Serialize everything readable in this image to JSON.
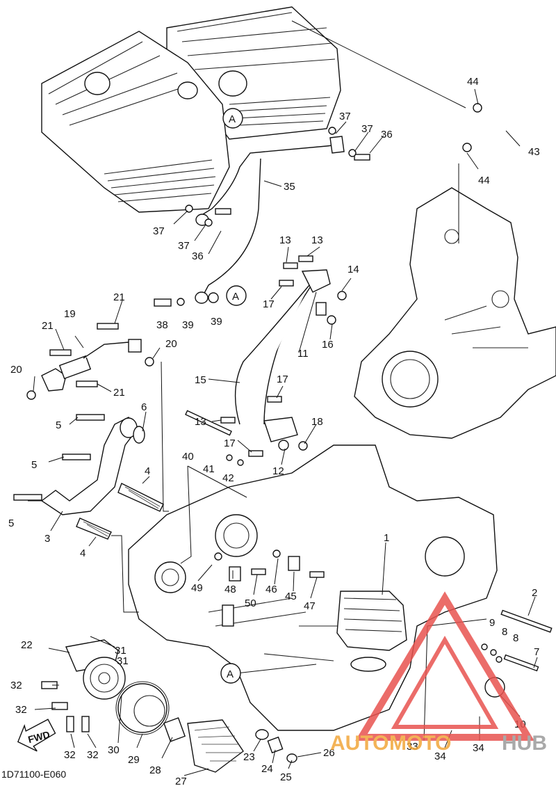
{
  "diagram": {
    "drawing_code": "1D71100-E060",
    "fwd_label": "FWD",
    "watermark": {
      "part1": "AUTO",
      "part2": "MOTO",
      "part3": "HUB"
    },
    "callouts": [
      {
        "id": "c1",
        "text": "1"
      },
      {
        "id": "c2",
        "text": "2"
      },
      {
        "id": "c3",
        "text": "3"
      },
      {
        "id": "c4a",
        "text": "4"
      },
      {
        "id": "c4b",
        "text": "4"
      },
      {
        "id": "c5a",
        "text": "5"
      },
      {
        "id": "c5b",
        "text": "5"
      },
      {
        "id": "c5c",
        "text": "5"
      },
      {
        "id": "c6",
        "text": "6"
      },
      {
        "id": "c7",
        "text": "7"
      },
      {
        "id": "c8a",
        "text": "8"
      },
      {
        "id": "c8b",
        "text": "8"
      },
      {
        "id": "c9",
        "text": "9"
      },
      {
        "id": "c10",
        "text": "10"
      },
      {
        "id": "c11",
        "text": "11"
      },
      {
        "id": "c12",
        "text": "12"
      },
      {
        "id": "c13a",
        "text": "13"
      },
      {
        "id": "c13b",
        "text": "13"
      },
      {
        "id": "c13c",
        "text": "13"
      },
      {
        "id": "c14",
        "text": "14"
      },
      {
        "id": "c15",
        "text": "15"
      },
      {
        "id": "c16",
        "text": "16"
      },
      {
        "id": "c17a",
        "text": "17"
      },
      {
        "id": "c17b",
        "text": "17"
      },
      {
        "id": "c17c",
        "text": "17"
      },
      {
        "id": "c18",
        "text": "18"
      },
      {
        "id": "c19",
        "text": "19"
      },
      {
        "id": "c20a",
        "text": "20"
      },
      {
        "id": "c20b",
        "text": "20"
      },
      {
        "id": "c21a",
        "text": "21"
      },
      {
        "id": "c21b",
        "text": "21"
      },
      {
        "id": "c21c",
        "text": "21"
      },
      {
        "id": "c22",
        "text": "22"
      },
      {
        "id": "c23",
        "text": "23"
      },
      {
        "id": "c24",
        "text": "24"
      },
      {
        "id": "c25",
        "text": "25"
      },
      {
        "id": "c26",
        "text": "26"
      },
      {
        "id": "c27",
        "text": "27"
      },
      {
        "id": "c28",
        "text": "28"
      },
      {
        "id": "c29",
        "text": "29"
      },
      {
        "id": "c30",
        "text": "30"
      },
      {
        "id": "c31a",
        "text": "31"
      },
      {
        "id": "c31b",
        "text": "31"
      },
      {
        "id": "c32a",
        "text": "32"
      },
      {
        "id": "c32b",
        "text": "32"
      },
      {
        "id": "c32c",
        "text": "32"
      },
      {
        "id": "c32d",
        "text": "32"
      },
      {
        "id": "c33",
        "text": "33"
      },
      {
        "id": "c34a",
        "text": "34"
      },
      {
        "id": "c34b",
        "text": "34"
      },
      {
        "id": "c35",
        "text": "35"
      },
      {
        "id": "c36a",
        "text": "36"
      },
      {
        "id": "c36b",
        "text": "36"
      },
      {
        "id": "c37a",
        "text": "37"
      },
      {
        "id": "c37b",
        "text": "37"
      },
      {
        "id": "c37c",
        "text": "37"
      },
      {
        "id": "c37d",
        "text": "37"
      },
      {
        "id": "c38",
        "text": "38"
      },
      {
        "id": "c39a",
        "text": "39"
      },
      {
        "id": "c39b",
        "text": "39"
      },
      {
        "id": "c40",
        "text": "40"
      },
      {
        "id": "c41",
        "text": "41"
      },
      {
        "id": "c42",
        "text": "42"
      },
      {
        "id": "c43",
        "text": "43"
      },
      {
        "id": "c44a",
        "text": "44"
      },
      {
        "id": "c44b",
        "text": "44"
      },
      {
        "id": "c45",
        "text": "45"
      },
      {
        "id": "c46",
        "text": "46"
      },
      {
        "id": "c47",
        "text": "47"
      },
      {
        "id": "c48",
        "text": "48"
      },
      {
        "id": "c49",
        "text": "49"
      },
      {
        "id": "c50",
        "text": "50"
      }
    ],
    "ref_marks": [
      {
        "id": "refA1",
        "text": "A"
      },
      {
        "id": "refA2",
        "text": "A"
      }
    ]
  }
}
